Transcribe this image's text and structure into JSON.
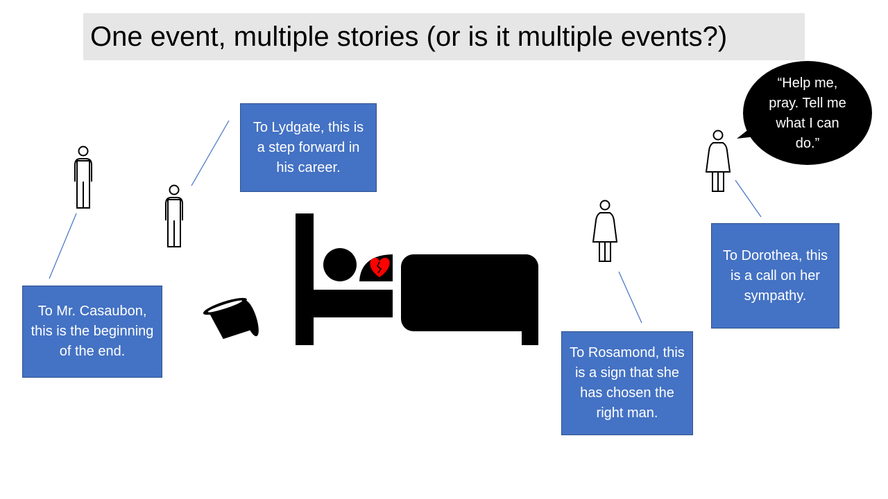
{
  "slide": {
    "title": "One event, multiple stories (or is it multiple events?)"
  },
  "notes": {
    "casaubon": "To Mr. Casaubon, this is the beginning of the end.",
    "lydgate": "To Lydgate, this is a step forward in his career.",
    "rosamond": "To Rosamond, this is a sign that she has chosen the right man.",
    "dorothea": "To Dorothea, this is a call on her sympathy."
  },
  "speech_bubble": {
    "text": "“Help me, pray. Tell me what I can do.”"
  },
  "colors": {
    "note_fill": "#4472c4",
    "note_border": "#2f528f",
    "title_fill": "#e7e6e6",
    "heart": "#ff0000",
    "connector": "#4472c4"
  },
  "icons": [
    "man-figure-icon",
    "woman-figure-icon",
    "bed-icon",
    "patient-head-icon",
    "broken-heart-icon",
    "top-hat-icon",
    "speech-bubble-icon"
  ]
}
